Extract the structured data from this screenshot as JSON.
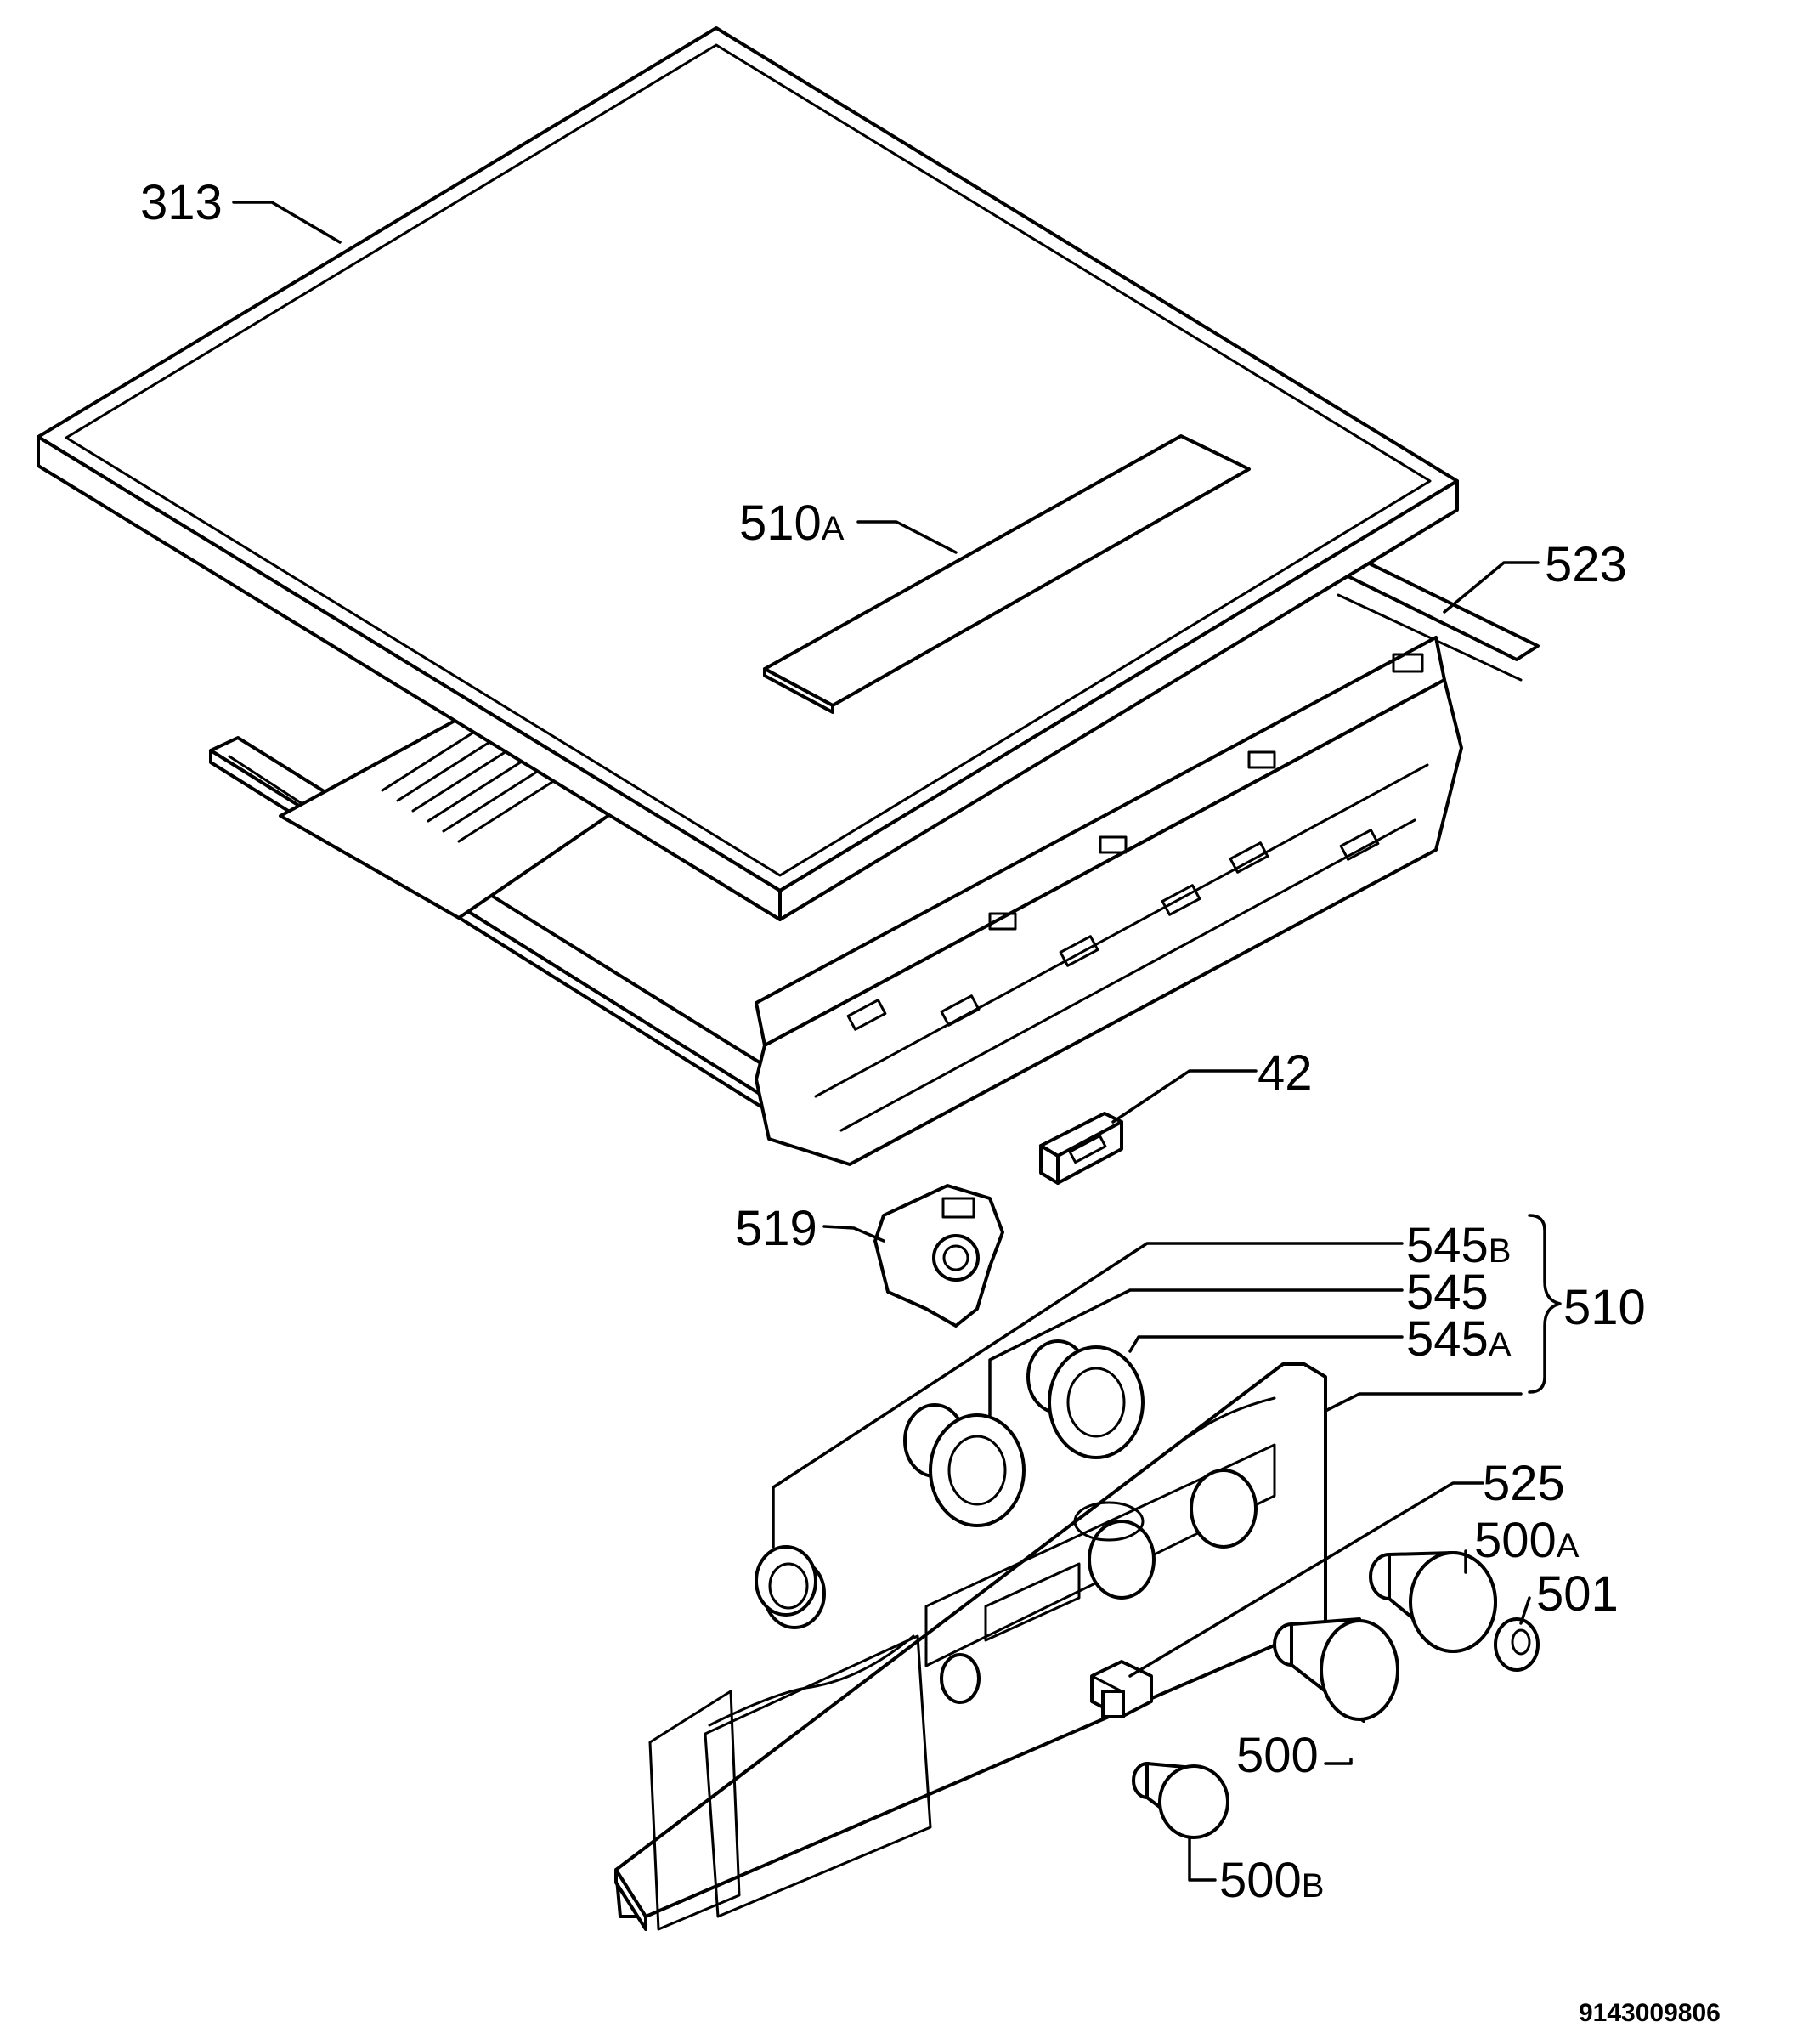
{
  "labels": {
    "p313": "313",
    "p510a_num": "510",
    "p510a_suf": "A",
    "p523": "523",
    "p42": "42",
    "p519": "519",
    "p545b_num": "545",
    "p545b_suf": "B",
    "p545": "545",
    "p545a_num": "545",
    "p545a_suf": "A",
    "p510": "510",
    "p525": "525",
    "p500a_num": "500",
    "p500a_suf": "A",
    "p501": "501",
    "p500": "500",
    "p500b_num": "500",
    "p500b_suf": "B"
  },
  "reference_number": "9143009806"
}
